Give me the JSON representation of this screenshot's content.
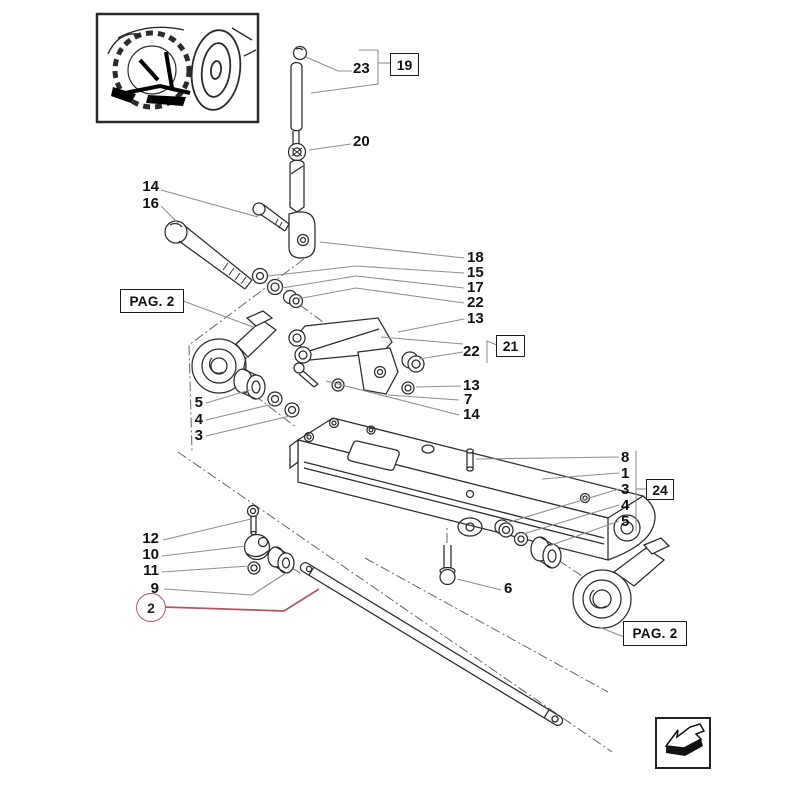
{
  "diagram": {
    "labels": {
      "n23": "23",
      "n19": "19",
      "n20": "20",
      "n14_top": "14",
      "n16": "16",
      "n18": "18",
      "n15": "15",
      "n17": "17",
      "n22_col": "22",
      "n13_col": "13",
      "n22_mid": "22",
      "n21": "21",
      "n13_mid": "13",
      "n7": "7",
      "n14_mid": "14",
      "pag2_left": "PAG. 2",
      "n5_left": "5",
      "n4_left": "4",
      "n3_left": "3",
      "n8": "8",
      "n1": "1",
      "n3_right": "3",
      "n24": "24",
      "n4_right": "4",
      "n5_right": "5",
      "n12": "12",
      "n10": "10",
      "n11": "11",
      "n9": "9",
      "n2": "2",
      "n6": "6",
      "pag2_right": "PAG. 2"
    },
    "colors": {
      "line": "#2b2b2b",
      "leader": "#8f8f8f",
      "accent_red": "#b25666",
      "label_text": "#111111"
    },
    "icons": {
      "thumbnail": "tractor-rear-linkage-thumbnail",
      "nav": "page-turn-arrow-icon"
    }
  }
}
